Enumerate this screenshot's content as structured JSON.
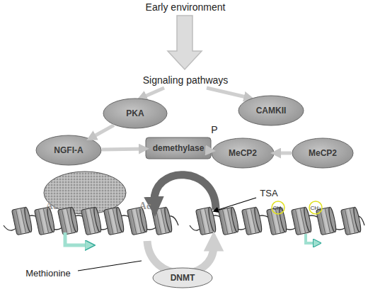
{
  "diagram": {
    "nodes": [
      {
        "text": [
          "PKA"
        ]
      },
      {
        "text": [
          "CAMKII"
        ]
      },
      {
        "text": [
          "NGFI-A"
        ]
      },
      {
        "text": [
          "demethylase"
        ]
      },
      {
        "text": [
          "MeCP2"
        ]
      },
      {
        "text": [
          "MeCP2"
        ]
      },
      {
        "text": [
          "DNMT"
        ]
      }
    ],
    "edges": [
      {
        "from": 0,
        "to": 2,
        "arrow": "to"
      },
      {
        "from": 2,
        "to": 3,
        "arrow": "to"
      },
      {
        "from": 5,
        "to": 4,
        "arrow": "to"
      },
      {
        "from": 4,
        "to": 3,
        "arrow": "to"
      }
    ],
    "labels": [
      "Early environment",
      "Signaling pathways",
      "P",
      "TSA",
      "Ac",
      "Ac",
      "CH₃",
      "CH₃",
      "Methionine"
    ]
  }
}
